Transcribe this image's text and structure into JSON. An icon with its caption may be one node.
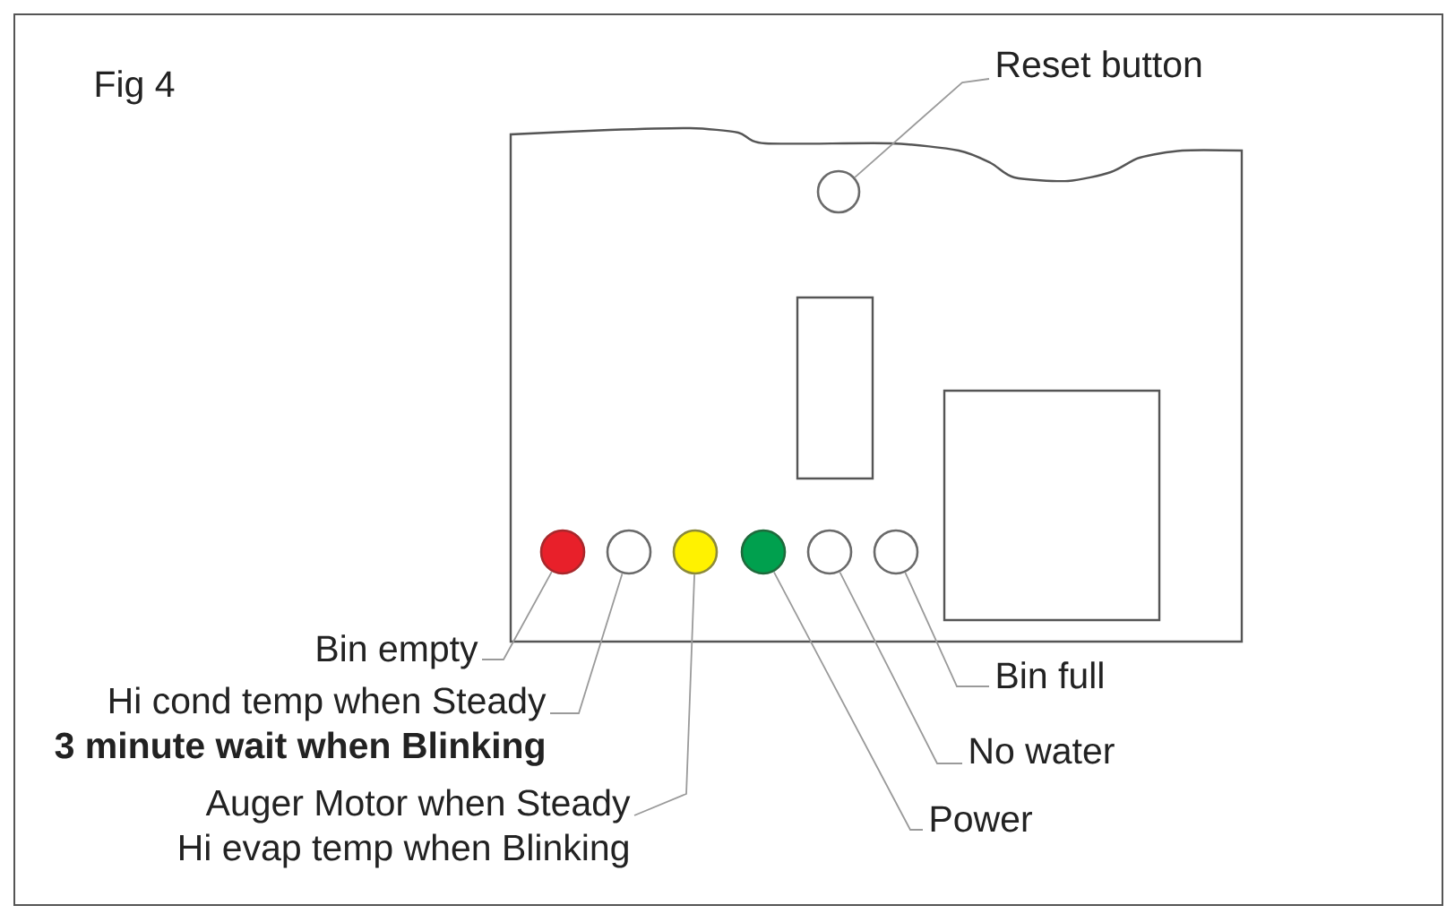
{
  "diagram": {
    "title": "Fig 4",
    "nodes": [
      {
        "text": [
          "Reset button"
        ]
      },
      {
        "text": [],
        "shape": "circle"
      },
      {
        "text": [],
        "shape": "circle"
      },
      {
        "text": [],
        "shape": "circle"
      },
      {
        "text": [],
        "shape": "circle"
      },
      {
        "text": [],
        "shape": "circle"
      },
      {
        "text": [],
        "shape": "circle"
      },
      {
        "text": [],
        "shape": "circle"
      },
      {
        "text": [
          "Bin empty"
        ]
      },
      {
        "text": [
          "Hi cond temp when Steady",
          "3 minute wait when Blinking"
        ]
      },
      {
        "text": [
          "Bin full"
        ]
      },
      {
        "text": [
          "No water"
        ]
      },
      {
        "text": [
          "Auger Motor when Steady",
          "Hi evap temp when Blinking"
        ]
      },
      {
        "text": [
          "Power"
        ]
      }
    ],
    "edges": [
      {
        "from": 0,
        "to": 1,
        "arrow": "none"
      },
      {
        "from": 8,
        "to": 2,
        "arrow": "none"
      },
      {
        "from": 9,
        "to": 3,
        "arrow": "none"
      },
      {
        "from": 12,
        "to": 4,
        "arrow": "none"
      },
      {
        "from": 13,
        "to": 5,
        "arrow": "none"
      },
      {
        "from": 11,
        "to": 6,
        "arrow": "none"
      },
      {
        "from": 10,
        "to": 7,
        "arrow": "none"
      }
    ]
  }
}
